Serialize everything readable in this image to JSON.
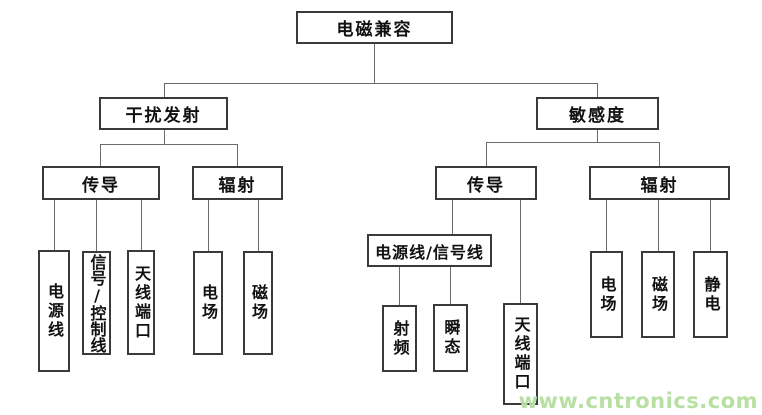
{
  "diagram": {
    "root": "电磁兼容",
    "emission": {
      "label": "干扰发射",
      "conducted": {
        "label": "传导",
        "leaves": [
          "电源线",
          "信号/控制线",
          "天线端口"
        ]
      },
      "radiated": {
        "label": "辐射",
        "leaves": [
          "电场",
          "磁场"
        ]
      }
    },
    "susceptibility": {
      "label": "敏感度",
      "conducted": {
        "label": "传导",
        "group": "电源线/信号线",
        "group_leaves": [
          "射频",
          "瞬态"
        ],
        "antenna": "天线端口"
      },
      "radiated": {
        "label": "辐射",
        "leaves": [
          "电场",
          "磁场",
          "静电"
        ]
      }
    }
  },
  "watermark": "www.cntronics.com",
  "colors": {
    "background": "#ffffff",
    "box_border": "#3a3a3a",
    "connector_line": "#6b6b6b",
    "text": "#111111",
    "watermark": "#b7e0a2"
  }
}
